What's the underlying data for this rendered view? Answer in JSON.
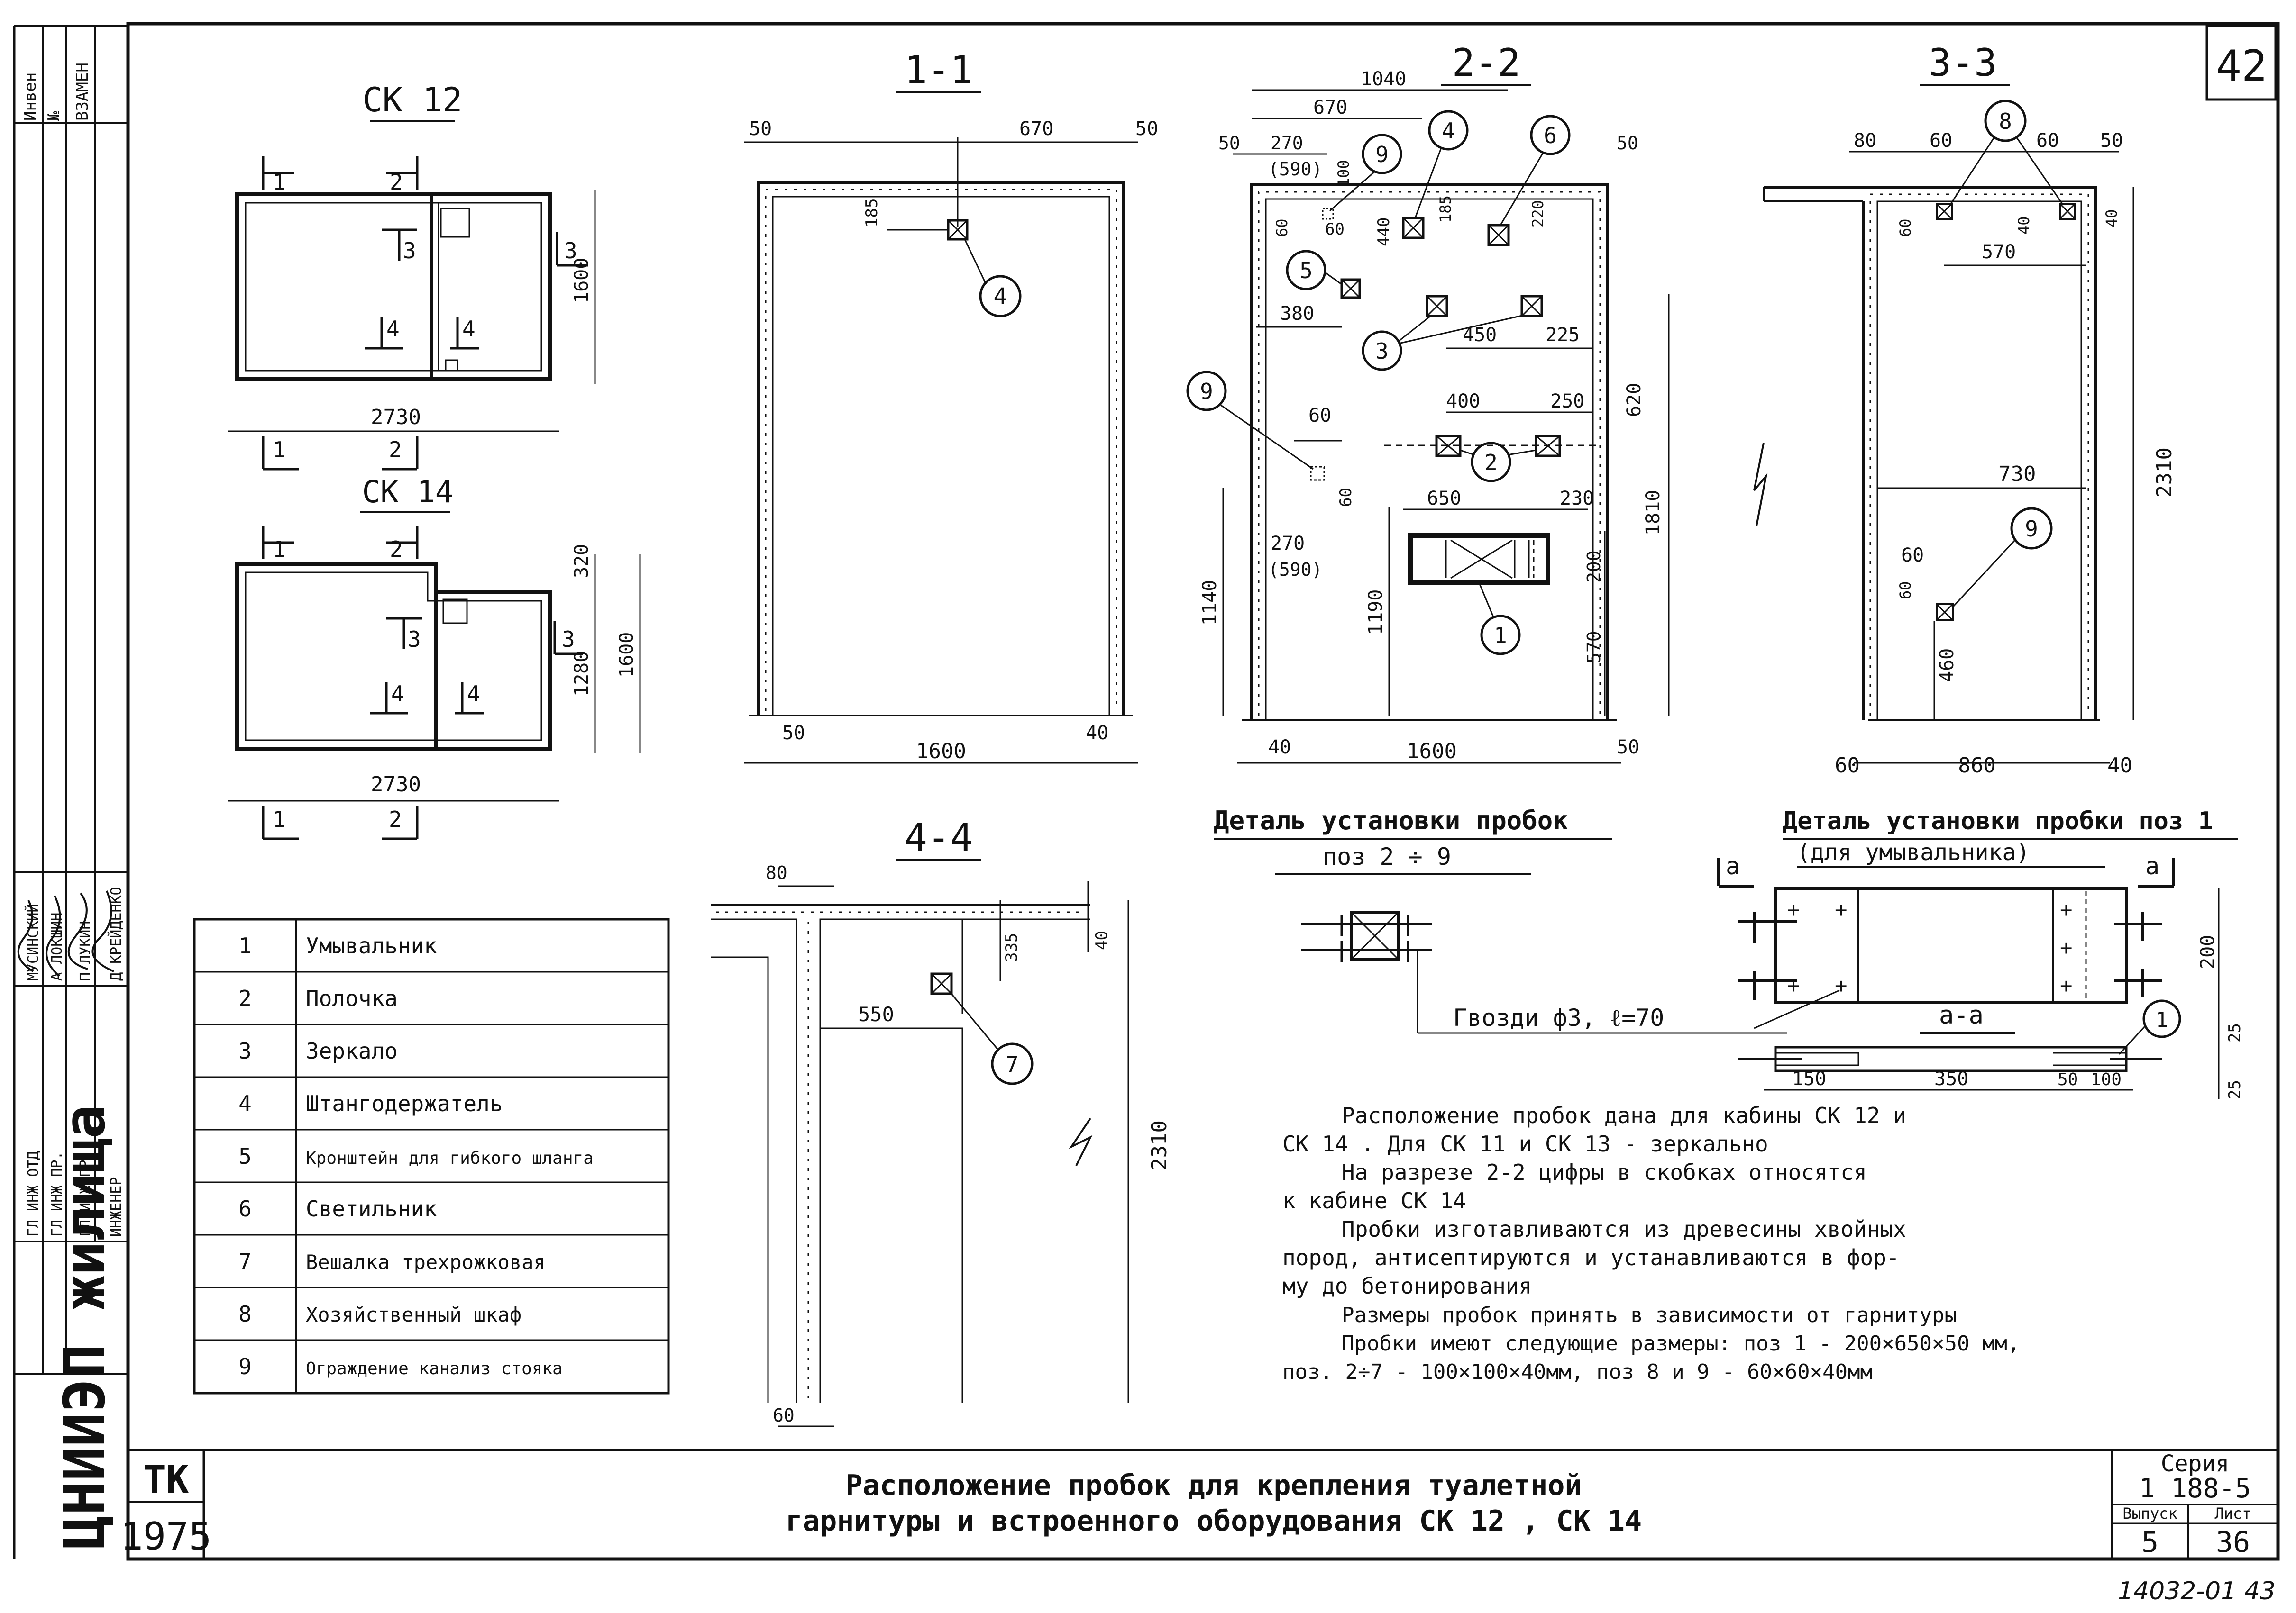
{
  "page_number": "42",
  "stamp_bottom": "14032-01  43",
  "left_strip": {
    "top_cells": [
      "Инвен",
      "№",
      "ВЗАМЕН"
    ],
    "sig_roles": [
      "ГЛ ИНЖ ОТД",
      "ГЛ ИНЖ ПР.",
      "ГЛ ИНЖ ПР.",
      "ИНЖЕНЕР"
    ],
    "sig_names": [
      "МУСИНСКИЙ",
      "А ЛОКШИН",
      "П ЛУКИН",
      "Д КРЕЙДЕНКО"
    ],
    "org": "ЦНИИЭП жилища"
  },
  "sections": {
    "ck12": "СК 12",
    "ck14": "СК 14",
    "s11": "1-1",
    "s22": "2-2",
    "s33": "3-3",
    "s44": "4-4",
    "detail_title": "Деталь установки пробок",
    "detail_sub": "поз 2 ÷ 9",
    "detail1_title": "Деталь установки пробки поз 1",
    "detail1_sub": "(для умывальника)",
    "aa": "а-а",
    "a_mark": "а",
    "nails": "Гвозди ф3, ℓ=70"
  },
  "plan_marks": [
    "1",
    "2",
    "3",
    "4"
  ],
  "dims": {
    "ck12_w": "2730",
    "ck12_h": "1600",
    "ck14_w": "2730",
    "ck14_h": "1600",
    "ck14_h2": "1280",
    "ck14_top": "320",
    "s11": [
      "50",
      "670",
      "50",
      "185",
      "1600",
      "50",
      "40"
    ],
    "s22": [
      "1040",
      "670",
      "50",
      "270",
      "(590)",
      "100",
      "60",
      "440",
      "185",
      "220",
      "50",
      "380",
      "450",
      "225",
      "400",
      "250",
      "60",
      "60",
      "620",
      "1810",
      "650",
      "230",
      "270",
      "(590)",
      "1140",
      "1190",
      "200",
      "570",
      "40",
      "1600",
      "50"
    ],
    "s33": [
      "80",
      "60",
      "60",
      "50",
      "60",
      "40",
      "40",
      "570",
      "730",
      "2310",
      "60",
      "60",
      "460",
      "60",
      "860",
      "40"
    ],
    "s44": [
      "80",
      "40",
      "335",
      "550",
      "2310",
      "60"
    ],
    "d1": [
      "200",
      "25",
      "25",
      "150",
      "350",
      "50",
      "100"
    ]
  },
  "callouts": [
    "4",
    "9",
    "4",
    "6",
    "5",
    "3",
    "9",
    "2",
    "1",
    "8",
    "9",
    "7",
    "1"
  ],
  "legend": [
    {
      "n": "1",
      "name": "Умывальник"
    },
    {
      "n": "2",
      "name": "Полочка"
    },
    {
      "n": "3",
      "name": "Зеркало"
    },
    {
      "n": "4",
      "name": "Штангодержатель"
    },
    {
      "n": "5",
      "name": "Кронштейн для гибкого шланга"
    },
    {
      "n": "6",
      "name": "Светильник"
    },
    {
      "n": "7",
      "name": "Вешалка трехрожковая"
    },
    {
      "n": "8",
      "name": "Хозяйственный шкаф"
    },
    {
      "n": "9",
      "name": "Ограждение канализ стояка"
    }
  ],
  "notes": [
    "Расположение пробок дана для кабины СК 12 и",
    "СК 14 . Для СК 11 и СК 13 - зеркально",
    "На разрезе 2-2 цифры в скобках относятся",
    "к кабине СК 14",
    "Пробки изготавливаются из древесины хвойных",
    "пород, антисептируются и устанавливаются в фор-",
    "му до бетонирования",
    "Размеры пробок принять в зависимости от гарнитуры",
    "Пробки имеют следующие размеры: поз 1 - 200×650×50 мм,",
    "поз. 2÷7 - 100×100×40мм, поз 8 и 9 - 60×60×40мм"
  ],
  "title_block": {
    "tk": "ТК",
    "year": "1975",
    "title1": "Расположение пробок для крепления туалетной",
    "title2": "гарнитуры и встроенного оборудования СК 12 , СК 14",
    "series_label": "Серия",
    "series": "1 188-5",
    "issue_label": "Выпуск",
    "sheet_label": "Лист",
    "issue": "5",
    "sheet": "36"
  }
}
